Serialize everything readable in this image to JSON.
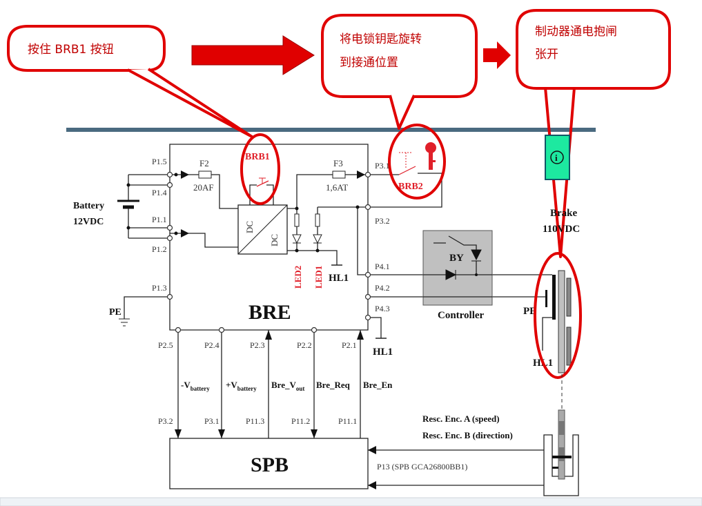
{
  "callouts": {
    "step1": "按住 BRB1 按钮",
    "step2_line1": "将电锁钥匙旋转",
    "step2_line2": "到接通位置",
    "step3_line1": "制动器通电抱闸",
    "step3_line2": "张开"
  },
  "circuit": {
    "battery": [
      "Battery",
      "12VDC"
    ],
    "fuse_f2": {
      "name": "F2",
      "rating": "20AF"
    },
    "fuse_f3": {
      "name": "F3",
      "rating": "1,6AT"
    },
    "converter": [
      "DC",
      "DC"
    ],
    "brb1": "BRB1",
    "brb2": "BRB2",
    "led1": "LED1",
    "led2": "LED2",
    "hl1": "HL1",
    "pe": "PE",
    "bre": "BRE",
    "spb": "SPB",
    "controller": "Controller",
    "controller_by": "BY",
    "brake": [
      "Brake",
      "110VDC"
    ],
    "pins_left": [
      "P1.5",
      "P1.4",
      "P1.1",
      "P1.2",
      "P1.3"
    ],
    "pins_right": [
      "P3.1",
      "P3.2",
      "P4.1",
      "P4.2",
      "P4.3"
    ],
    "pins_bottom": [
      "P2.5",
      "P2.4",
      "P2.3",
      "P2.2",
      "P2.1"
    ],
    "pins_spb": [
      "P3.2",
      "P3.1",
      "P11.3",
      "P11.2",
      "P11.1"
    ],
    "signals": [
      {
        "main": "-V",
        "sub": "battery"
      },
      {
        "main": "+V",
        "sub": "battery"
      },
      {
        "main": "Bre_V",
        "sub": "out"
      },
      {
        "main": "Bre_Req",
        "sub": ""
      },
      {
        "main": "Bre_En",
        "sub": ""
      }
    ],
    "encoder_a": "Resc. Enc. A (speed)",
    "encoder_b": "Resc. Enc. B (direction)",
    "p13": "P13 (SPB GCA26800BB1)"
  },
  "colors": {
    "highlight": "#e00000",
    "brake_indicator": "#1de9a0",
    "controller_fill": "#c0c0c0",
    "header_bar": "#4a6a80"
  }
}
